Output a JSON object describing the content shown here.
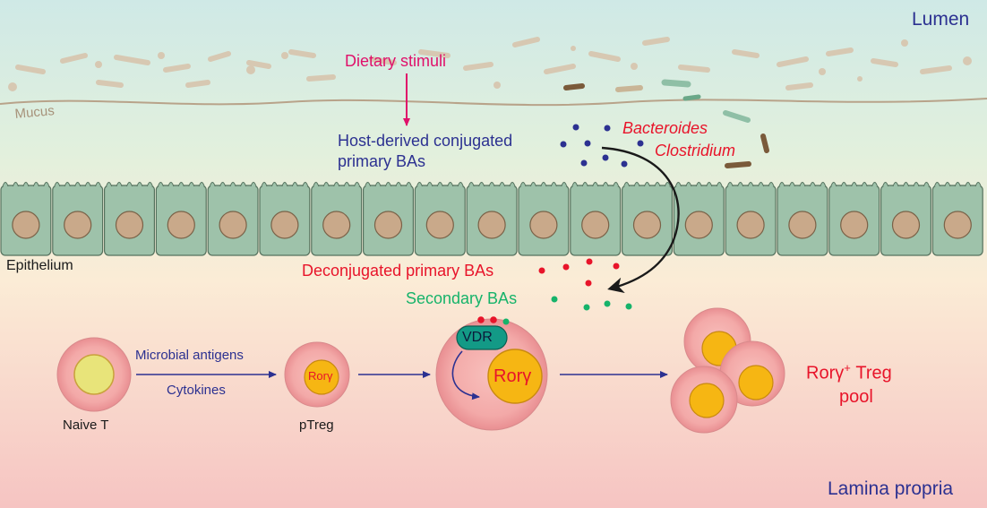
{
  "regions": {
    "lumen": "Lumen",
    "lamina_propria": "Lamina propria",
    "mucus": "Mucus",
    "epithelium": "Epithelium"
  },
  "labels": {
    "dietary_stimuli": "Dietary stimuli",
    "host_bas_line1": "Host-derived conjugated",
    "host_bas_line2": "primary BAs",
    "bacteroides": "Bacteroides",
    "clostridium": "Clostridium",
    "deconjugated": "Deconjugated primary BAs",
    "secondary": "Secondary BAs",
    "microbial_antigens": "Microbial antigens",
    "cytokines": "Cytokines",
    "naive_t": "Naive T",
    "ptreg": "pTreg",
    "rory_small": "Rorγ",
    "rory_large": "Rorγ",
    "vdr": "VDR",
    "treg_pool_prefix": "Rorγ",
    "treg_pool_sup": "+",
    "treg_pool_suffix": " Treg",
    "treg_pool_line2": "pool"
  },
  "colors": {
    "lumen_bg": "#d6ece4",
    "lamina_bg": "#f7c9c3",
    "epithelial_cell": "#9ec2aa",
    "nucleus": "#c9a98a",
    "cell_body": "#f3a9a8",
    "nucleus_yellow": "#f6b613",
    "nucleus_naive": "#e8e47a",
    "vdr_fill": "#139a86",
    "host_ba_dots": "#2c3191",
    "deconjugated_dots": "#e8142a",
    "secondary_dots": "#16b36a"
  }
}
